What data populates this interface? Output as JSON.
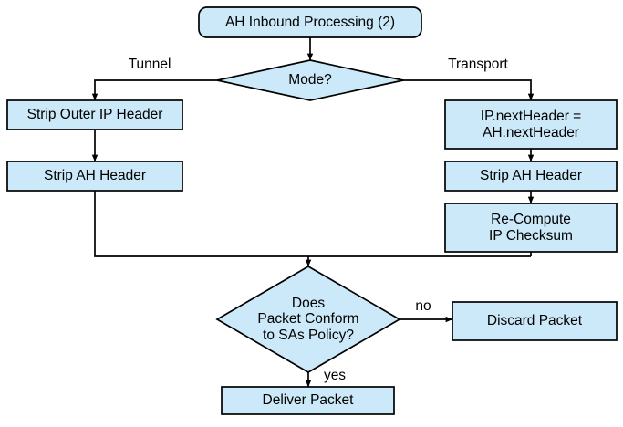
{
  "diagram": {
    "title": "AH Inbound Processing (2)",
    "type": "flowchart",
    "colors": {
      "node_fill": "#cbe9f8",
      "node_stroke": "#000000",
      "edge_stroke": "#000000",
      "text": "#000000",
      "background": "#ffffff"
    },
    "nodes": [
      {
        "id": "start",
        "shape": "rounded-rectangle",
        "label": "AH Inbound Processing (2)",
        "lines": [
          "AH Inbound Processing (2)"
        ]
      },
      {
        "id": "mode",
        "shape": "diamond",
        "label": "Mode?",
        "lines": [
          "Mode?"
        ]
      },
      {
        "id": "strip-outer-ip-header",
        "shape": "rectangle",
        "label": "Strip Outer IP Header",
        "lines": [
          "Strip Outer IP Header"
        ]
      },
      {
        "id": "strip-ah-header-tunnel",
        "shape": "rectangle",
        "label": "Strip AH Header",
        "lines": [
          "Strip AH Header"
        ]
      },
      {
        "id": "ip-nextheader-assign",
        "shape": "rectangle",
        "label": "IP.nextHeader = AH.nextHeader",
        "lines": [
          "IP.nextHeader =",
          "AH.nextHeader"
        ]
      },
      {
        "id": "strip-ah-header-transport",
        "shape": "rectangle",
        "label": "Strip AH Header",
        "lines": [
          "Strip AH Header"
        ]
      },
      {
        "id": "recompute-ip-checksum",
        "shape": "rectangle",
        "label": "Re-Compute IP Checksum",
        "lines": [
          "Re-Compute",
          "IP Checksum"
        ]
      },
      {
        "id": "conform-check",
        "shape": "diamond",
        "label": "Does Packet Conform to SAs Policy?",
        "lines": [
          "Does",
          "Packet Conform",
          "to SAs Policy?"
        ]
      },
      {
        "id": "discard-packet",
        "shape": "rectangle",
        "label": "Discard Packet",
        "lines": [
          "Discard Packet"
        ]
      },
      {
        "id": "deliver-packet",
        "shape": "rectangle",
        "label": "Deliver Packet",
        "lines": [
          "Deliver Packet"
        ]
      }
    ],
    "edge_labels": {
      "tunnel": "Tunnel",
      "transport": "Transport",
      "no": "no",
      "yes": "yes"
    }
  }
}
